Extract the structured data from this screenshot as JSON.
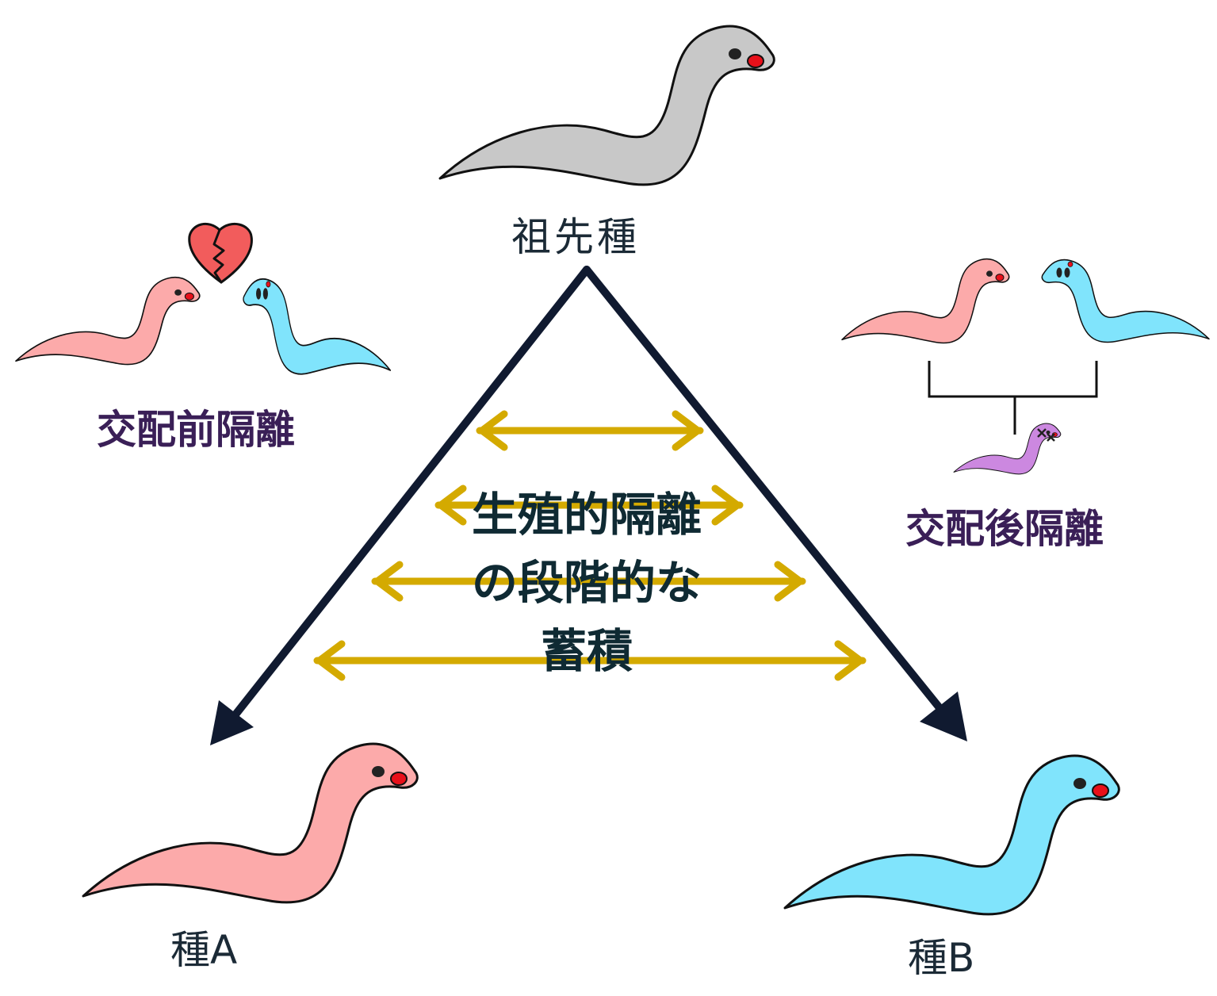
{
  "labels": {
    "ancestor": "祖先種",
    "species_a": "種A",
    "species_b": "種B",
    "prezygotic": "交配前隔離",
    "postzygotic": "交配後隔離",
    "center_line1": "生殖的隔離",
    "center_line2": "の段階的な",
    "center_line3": "蓄積"
  },
  "colors": {
    "ancestor_worm": "#c8c8c8",
    "species_a_worm": "#fcaaaa",
    "species_b_worm": "#80e4fc",
    "hybrid_worm": "#cc88e0",
    "heart": "#f25c5c",
    "tree_arrows": "#101a30",
    "isolation_arrows": "#d4aa00",
    "isolation_text": "#3a1f57",
    "center_text": "#0f2a33"
  },
  "icons": [
    "worm-icon",
    "broken-heart-icon",
    "dead-hybrid-icon",
    "arrow-icon"
  ]
}
